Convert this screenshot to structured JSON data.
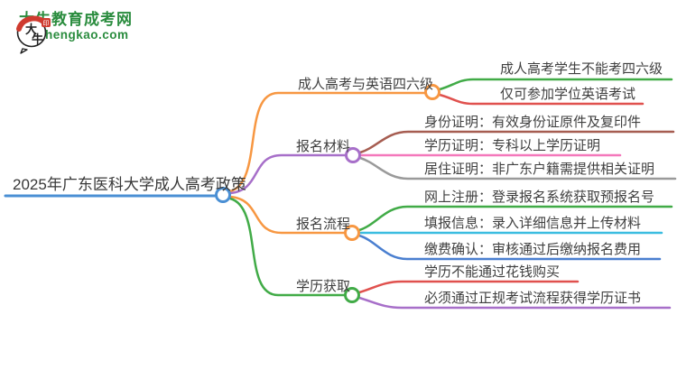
{
  "logo": {
    "title": "大牛教育成考网",
    "url": "gz-chengkao.com",
    "icon_text": "大牛",
    "colors": {
      "green": "#2a8c3e",
      "seal_red": "#cf3b2f",
      "ink_black": "#222222"
    }
  },
  "mindmap": {
    "root": {
      "label": "2025年广东医科大学成人高考政策",
      "color": "#4a8fd4"
    },
    "branches": [
      {
        "label": "成人高考与英语四六级",
        "color": "#f79742",
        "children": [
          {
            "label": "成人高考学生不能考四六级",
            "color": "#41ab47"
          },
          {
            "label": "仅可参加学位英语考试",
            "color": "#e0514e"
          }
        ]
      },
      {
        "label": "报名材料",
        "color": "#a76fc9",
        "children": [
          {
            "label": "身份证明：有效身份证原件及复印件",
            "color": "#a65d51"
          },
          {
            "label": "学历证明：专科以上学历证明",
            "color": "#f478bb"
          },
          {
            "label": "居住证明：非广东户籍需提供相关证明",
            "color": "#9a9a9a"
          }
        ]
      },
      {
        "label": "报名流程",
        "color": "#f79742",
        "children": [
          {
            "label": "网上注册：登录报名系统获取预报名号",
            "color": "#41ab47"
          },
          {
            "label": "填报信息：录入详细信息并上传材料",
            "color": "#3bbde0"
          },
          {
            "label": "缴费确认：审核通过后缴纳报名费用",
            "color": "#4a7fd0"
          }
        ]
      },
      {
        "label": "学历获取",
        "color": "#41ab47",
        "children": [
          {
            "label": "学历不能通过花钱购买",
            "color": "#e0514e"
          },
          {
            "label": "必须通过正规考试流程获得学历证书",
            "color": "#a76fc9"
          }
        ]
      }
    ]
  }
}
